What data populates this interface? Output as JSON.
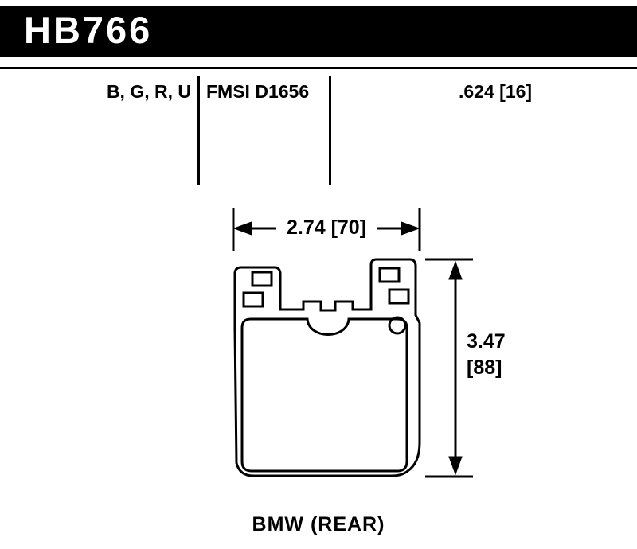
{
  "colors": {
    "ink": "#000000",
    "background": "#ffffff"
  },
  "header": {
    "part_number": "HB766"
  },
  "specs": {
    "compounds": "B, G, R, U",
    "fmsi": "FMSI D1656",
    "pad_thickness": ".624 [16]"
  },
  "dimensions": {
    "width": "2.74 [70]",
    "height_inches": "3.47",
    "height_mm": "[88]"
  },
  "drawing": {
    "subject": "brake-pad-backing-plate-outline",
    "features": [
      "left-ear-slots",
      "right-ear-slots",
      "center-tab-notch",
      "sensor-hole",
      "friction-pad-inner-outline"
    ]
  },
  "footer": {
    "application": "BMW (REAR)"
  }
}
